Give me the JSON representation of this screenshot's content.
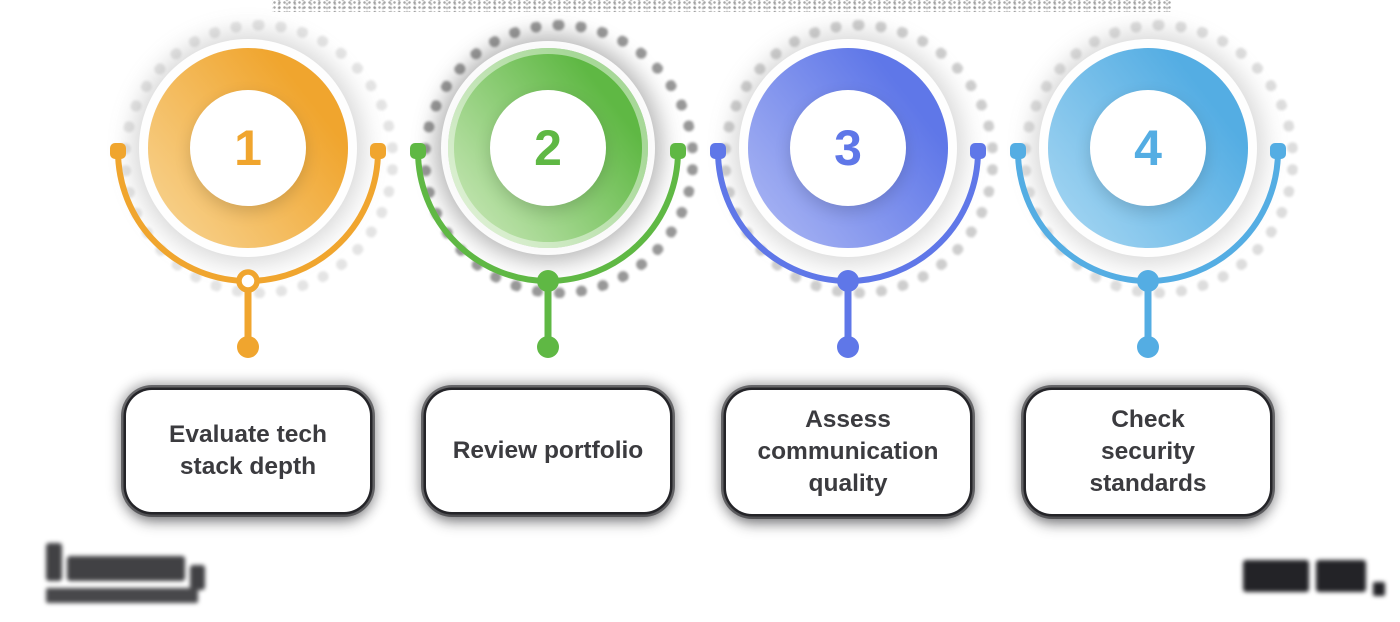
{
  "background": "#FFFFFF",
  "text_color": "#3B3B3F",
  "steps": [
    {
      "number": "1",
      "label": "Evaluate tech stack depth",
      "label_lines": [
        "Evaluate tech",
        "stack depth"
      ],
      "accent": "#F0A52E",
      "accent_light": "#F8D697",
      "node_style": "ring"
    },
    {
      "number": "2",
      "label": "Review portfolio",
      "label_lines": [
        "Review portfolio"
      ],
      "accent": "#5FB844",
      "accent_light": "#D3ECC3",
      "node_style": "solid"
    },
    {
      "number": "3",
      "label": "Assess communication quality",
      "label_lines": [
        "Assess",
        "communication",
        "quality"
      ],
      "accent": "#5F77E8",
      "accent_light": "#AFBAF4",
      "node_style": "solid"
    },
    {
      "number": "4",
      "label": "Check security standards",
      "label_lines": [
        "Check",
        "security",
        "standards"
      ],
      "accent": "#54ADE3",
      "accent_light": "#ABD9F3",
      "node_style": "solid"
    }
  ],
  "watermarks": {
    "bottom_left": "illegible blurred logo (two lines, dark gray)",
    "bottom_right": "illegible blurred wordmark (dark gray)"
  }
}
